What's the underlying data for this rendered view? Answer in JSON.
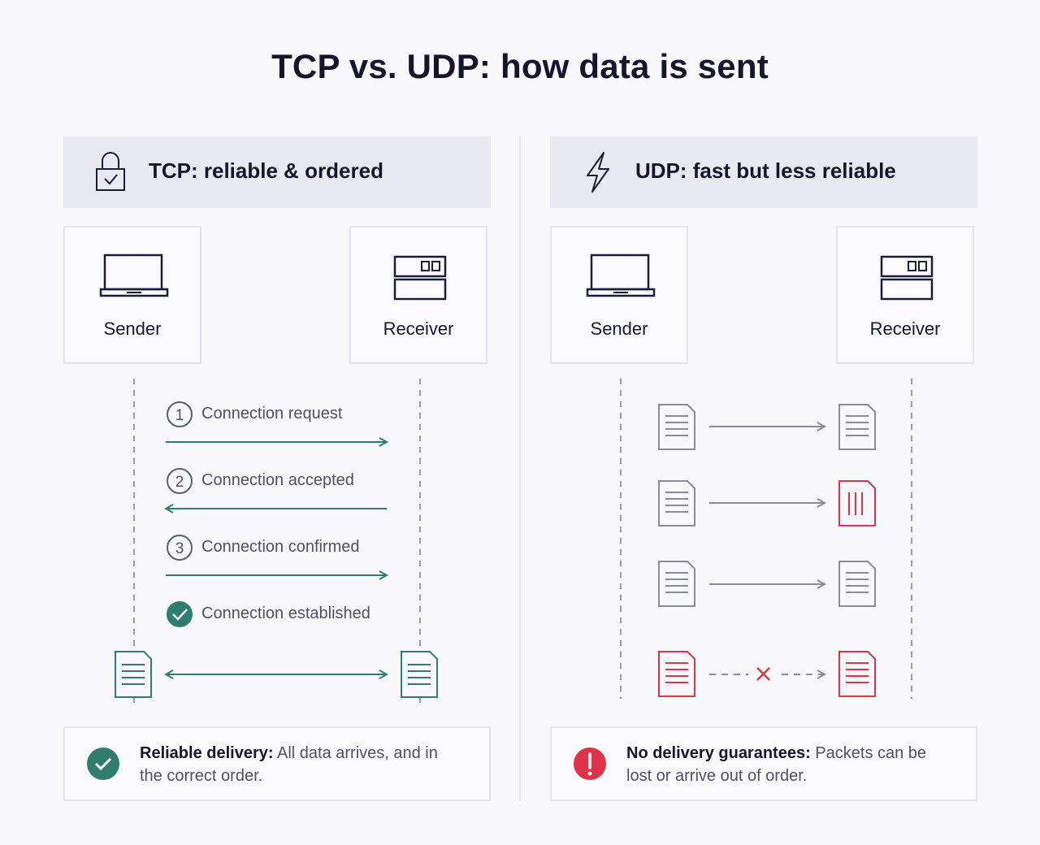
{
  "title": "TCP vs. UDP: how data is sent",
  "colors": {
    "navy": "#1b1c3a",
    "teal": "#2f7d6e",
    "red": "#e0334a",
    "gray": "#8a8c98",
    "header_bg": "#e9eaf1"
  },
  "tcp": {
    "icon": "lock-icon",
    "header": "TCP: reliable & ordered",
    "sender": "Sender",
    "receiver": "Receiver",
    "steps": [
      {
        "number": "1",
        "label": "Connection request",
        "direction": "right"
      },
      {
        "number": "2",
        "label": "Connection accepted",
        "direction": "left"
      },
      {
        "number": "3",
        "label": "Connection confirmed",
        "direction": "right"
      },
      {
        "number": "check",
        "label": "Connection established",
        "direction": "none"
      }
    ],
    "data_transfer": "bidirectional",
    "note_bold": "Reliable delivery:",
    "note_text": " All data arrives, and in the correct order.",
    "note_icon": "check-circle-icon"
  },
  "udp": {
    "icon": "lightning-icon",
    "header": "UDP: fast but less reliable",
    "sender": "Sender",
    "receiver": "Receiver",
    "packets": [
      {
        "sent": "ok",
        "received": "ok"
      },
      {
        "sent": "ok",
        "received": "corrupted"
      },
      {
        "sent": "ok",
        "received": "ok"
      },
      {
        "sent": "lost",
        "received": "lost"
      }
    ],
    "note_bold": "No delivery guarantees:",
    "note_text": " Packets can be lost or arrive out of order.",
    "note_icon": "alert-circle-icon"
  }
}
